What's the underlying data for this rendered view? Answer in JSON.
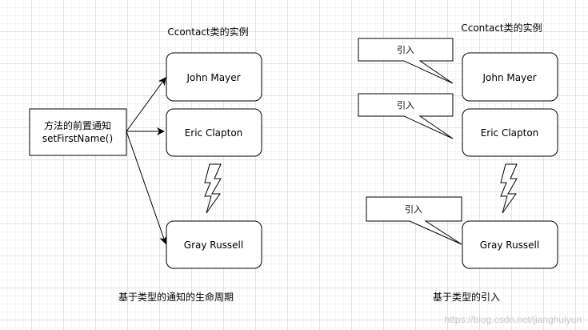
{
  "left": {
    "heading": "Ccontact类的实例",
    "notifier": [
      "方法的前置通知",
      "setFirstName()"
    ],
    "instances": [
      "John Mayer",
      "Eric Clapton",
      "Gray Russell"
    ],
    "caption": "基于类型的通知的生命周期"
  },
  "right": {
    "heading": "Ccontact类的实例",
    "instances": [
      "John Mayer",
      "Eric Clapton",
      "Gray Russell"
    ],
    "callouts": [
      "引入",
      "引入",
      "引入"
    ],
    "caption": "基于类型的引入"
  },
  "watermark": "https://blog.csdn.net/jianghuiyun"
}
